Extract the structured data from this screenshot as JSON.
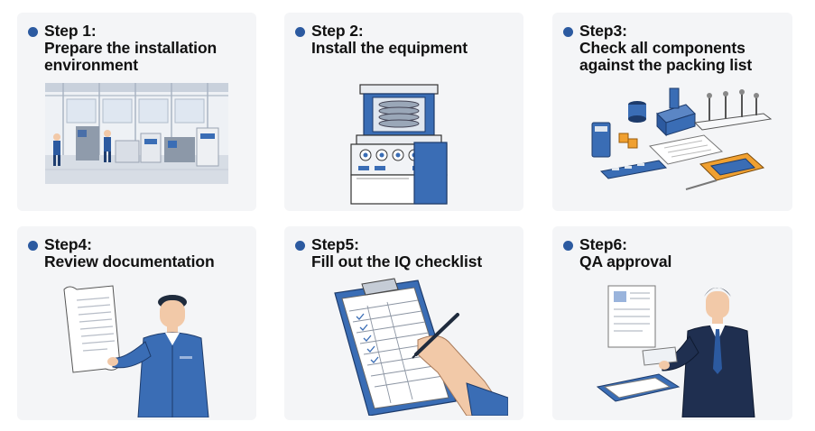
{
  "colors": {
    "accent": "#2c5aa0",
    "card_bg": "#f4f5f7",
    "text": "#111111",
    "machine_blue": "#3a6db5",
    "skin": "#f2c9a8"
  },
  "steps": [
    {
      "label": "Step 1:",
      "title_line1": "Prepare the installation",
      "title_line2": "environment",
      "illustration": "factory-floor-illustration"
    },
    {
      "label": "Step 2:",
      "title_line1": "Install the equipment",
      "title_line2": "",
      "illustration": "tablet-press-machine-illustration"
    },
    {
      "label": "Step3:",
      "title_line1": "Check all components",
      "title_line2": "against the packing list",
      "illustration": "components-layout-illustration"
    },
    {
      "label": "Step4:",
      "title_line1": "Review documentation",
      "title_line2": "",
      "illustration": "engineer-reading-document-illustration"
    },
    {
      "label": "Step5:",
      "title_line1": "Fill out the IQ checklist",
      "title_line2": "",
      "illustration": "clipboard-checklist-illustration"
    },
    {
      "label": "Step6:",
      "title_line1": "QA approval",
      "title_line2": "",
      "illustration": "qa-manager-approval-illustration"
    }
  ]
}
